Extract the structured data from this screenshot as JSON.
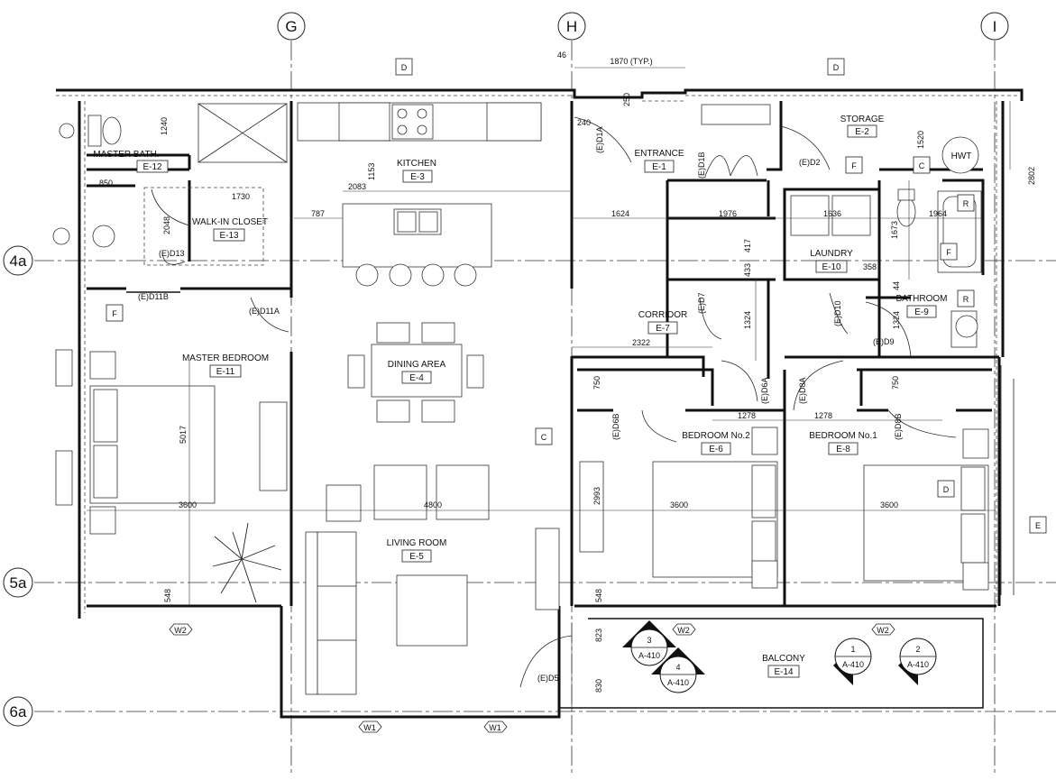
{
  "grid": {
    "columns": [
      "G",
      "H",
      "I"
    ],
    "rows": [
      "4a",
      "5a",
      "6a"
    ]
  },
  "rooms": [
    {
      "key": "master-bath",
      "name": "MASTER BATH.",
      "code": "E-12"
    },
    {
      "key": "kitchen",
      "name": "KITCHEN",
      "code": "E-3"
    },
    {
      "key": "entrance",
      "name": "ENTRANCE",
      "code": "E-1"
    },
    {
      "key": "storage",
      "name": "STORAGE",
      "code": "E-2"
    },
    {
      "key": "walk-in-closet",
      "name": "WALK-IN CLOSET",
      "code": "E-13"
    },
    {
      "key": "laundry",
      "name": "LAUNDRY",
      "code": "E-10"
    },
    {
      "key": "bathroom",
      "name": "BATHROOM",
      "code": "E-9"
    },
    {
      "key": "corridor",
      "name": "CORRIDOR",
      "code": "E-7"
    },
    {
      "key": "master-bedroom",
      "name": "MASTER BEDROOM",
      "code": "E-11"
    },
    {
      "key": "dining-area",
      "name": "DINING AREA",
      "code": "E-4"
    },
    {
      "key": "bedroom-2",
      "name": "BEDROOM No.2",
      "code": "E-6"
    },
    {
      "key": "bedroom-1",
      "name": "BEDROOM No.1",
      "code": "E-8"
    },
    {
      "key": "living-room",
      "name": "LIVING ROOM",
      "code": "E-5"
    },
    {
      "key": "balcony",
      "name": "BALCONY",
      "code": "E-14"
    }
  ],
  "dimensions": [
    "46",
    "1870 (TYP.)",
    "250",
    "240",
    "1240",
    "1520",
    "2802",
    "850",
    "1730",
    "1153",
    "2083",
    "787",
    "2048",
    "1624",
    "1976",
    "1636",
    "1964",
    "1673",
    "417",
    "433",
    "358",
    "44",
    "1324",
    "1324",
    "2322",
    "750",
    "750",
    "1278",
    "1278",
    "5017",
    "3600",
    "4800",
    "3600",
    "3600",
    "2993",
    "548",
    "548",
    "823",
    "830"
  ],
  "door_tags": [
    "(E)D1A",
    "(E)D1B",
    "(E)D2",
    "(E)D13",
    "(E)D11B",
    "(E)D11A",
    "(E)D7",
    "(E)D10",
    "(E)D9",
    "(E)D6A",
    "(E)D8A",
    "(E)D6B",
    "(E)D8B",
    "(E)D5"
  ],
  "elevation_tags": [
    "D",
    "D",
    "F",
    "C",
    "R",
    "F",
    "R",
    "F",
    "C",
    "D",
    "E"
  ],
  "fixture_label": "HWT",
  "window_tags": [
    "W2",
    "W2",
    "W2",
    "W1",
    "W1"
  ],
  "section_markers": [
    {
      "number": "3",
      "sheet": "A-410"
    },
    {
      "number": "4",
      "sheet": "A-410"
    },
    {
      "number": "1",
      "sheet": "A-410"
    },
    {
      "number": "2",
      "sheet": "A-410"
    }
  ]
}
